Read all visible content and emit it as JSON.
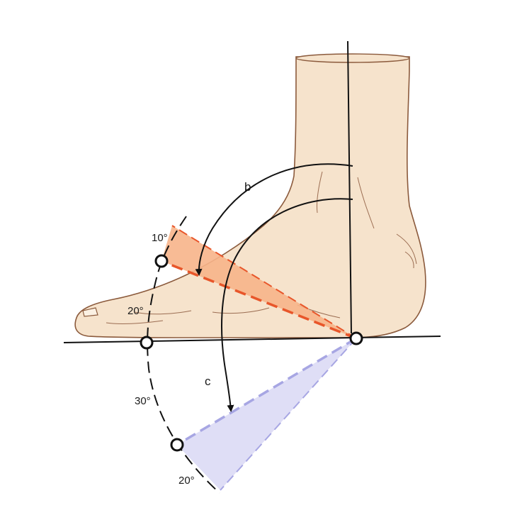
{
  "labels": {
    "arrow_b": "b",
    "arrow_c": "c",
    "angle_top": "10°",
    "angle_toe": "20°",
    "angle_mid": "30°",
    "angle_bottom": "20°"
  },
  "colors": {
    "skin_fill": "#f6e3cc",
    "skin_outline": "#8b5a3c",
    "dorsiflex_fill": "#f7b48a",
    "dorsiflex_dash": "#e8562a",
    "plantarflex_fill": "#dcdaf5",
    "plantarflex_dash": "#a7a6e3",
    "line": "#111111"
  }
}
